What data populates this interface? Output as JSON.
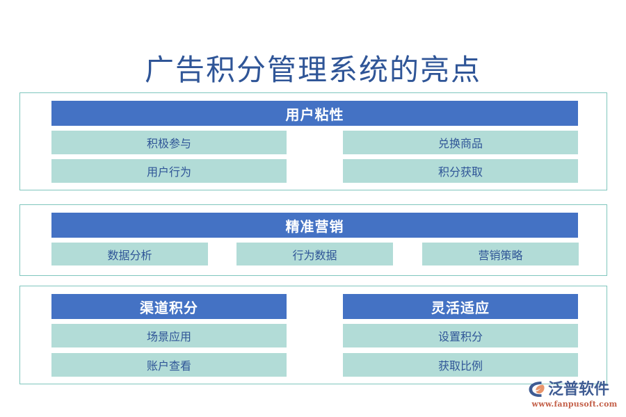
{
  "title": "广告积分管理系统的亮点",
  "theme": {
    "title_color": "#2F5597",
    "header_bar_color": "#4472C4",
    "header_text_color": "#FFFFFF",
    "item_box_color": "#B2DCD7",
    "item_text_color": "#2F5597",
    "container_border_color": "#7FC6BD",
    "background_color": "#FFFFFF",
    "logo_text_color": "#3F5C93",
    "logo_url_color": "#C4614A",
    "logo_mark_accent_color": "#E8956B"
  },
  "sections": [
    {
      "id": "section-1",
      "headers": [
        {
          "label": "用户粘性"
        }
      ],
      "items": [
        {
          "label": "积极参与"
        },
        {
          "label": "兑换商品"
        },
        {
          "label": "用户行为"
        },
        {
          "label": "积分获取"
        }
      ]
    },
    {
      "id": "section-2",
      "headers": [
        {
          "label": "精准营销"
        }
      ],
      "items": [
        {
          "label": "数据分析"
        },
        {
          "label": "行为数据"
        },
        {
          "label": "营销策略"
        }
      ]
    },
    {
      "id": "section-3",
      "headers": [
        {
          "label": "渠道积分"
        },
        {
          "label": "灵活适应"
        }
      ],
      "items": [
        {
          "label": "场景应用"
        },
        {
          "label": "设置积分"
        },
        {
          "label": "账户查看"
        },
        {
          "label": "获取比例"
        }
      ]
    }
  ],
  "logo": {
    "name": "泛普软件",
    "url": "www.fanpusoft.com",
    "mark": "fanpu-logo-icon"
  }
}
